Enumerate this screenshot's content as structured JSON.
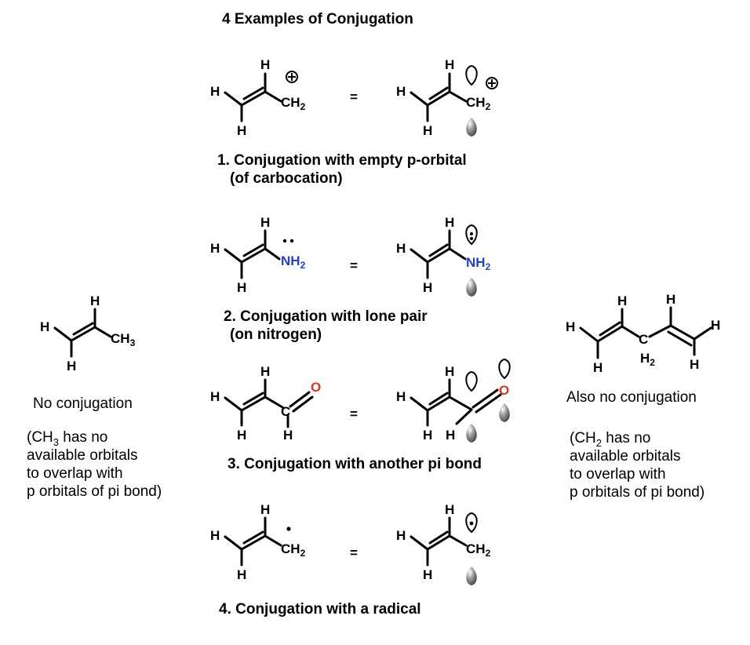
{
  "title": "4 Examples of Conjugation",
  "captions": {
    "ex1_line1": "1. Conjugation with empty p-orbital",
    "ex1_line2": "(of carbocation)",
    "ex2_line1": "2. Conjugation with lone pair",
    "ex2_line2": "(on nitrogen)",
    "ex3": "3. Conjugation with another pi bond",
    "ex4": "4. Conjugation with a radical"
  },
  "left_note": {
    "heading": "No conjugation",
    "lines": [
      "(CH",
      "3",
      " has no",
      "available orbitals",
      "to overlap with",
      "p orbitals of pi bond)"
    ]
  },
  "right_note": {
    "heading": "Also no conjugation",
    "lines": [
      "(CH",
      "2",
      " has no",
      "available orbitals",
      "to overlap with",
      "p orbitals of pi bond)"
    ]
  },
  "equals": "=",
  "atoms": {
    "H": "H",
    "C": "C",
    "O": "O",
    "CH": "CH",
    "NH": "NH",
    "two": "2",
    "three": "3"
  },
  "colors": {
    "nitrogen": "#1f3fe0",
    "oxygen": "#e8301a",
    "orbital_filled": "#888888"
  }
}
